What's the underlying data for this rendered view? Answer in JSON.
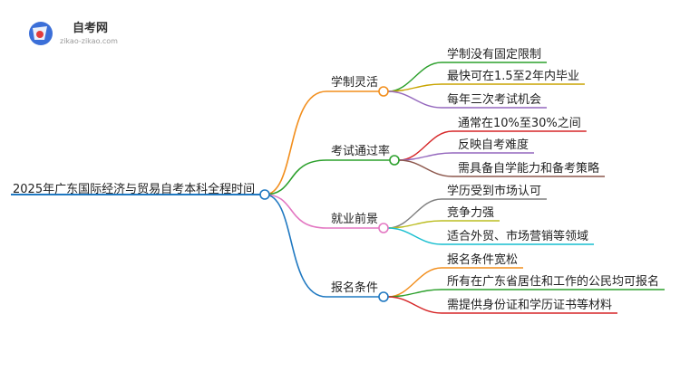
{
  "logo": {
    "name": "自考网",
    "domain": "zikao-zikao.com"
  },
  "root": {
    "label": "2025年广东国际经济与贸易自考本科全程时间",
    "color": "#1f78c1"
  },
  "branches": [
    {
      "label": "学制灵活",
      "color": "#f28e1c",
      "children": [
        {
          "label": "学制没有固定限制",
          "color": "#2ca02c"
        },
        {
          "label": "最快可在1.5至2年内毕业",
          "color": "#c8a400"
        },
        {
          "label": "每年三次考试机会",
          "color": "#9467bd"
        }
      ]
    },
    {
      "label": "考试通过率",
      "color": "#2ca02c",
      "children": [
        {
          "label": "通常在10%至30%之间",
          "color": "#d62728"
        },
        {
          "label": "反映自考难度",
          "color": "#9467bd"
        },
        {
          "label": "需具备自学能力和备考策略",
          "color": "#8c564b"
        }
      ]
    },
    {
      "label": "就业前景",
      "color": "#e377c2",
      "children": [
        {
          "label": "学历受到市场认可",
          "color": "#7f7f7f"
        },
        {
          "label": "竞争力强",
          "color": "#bcbd22"
        },
        {
          "label": "适合外贸、市场营销等领域",
          "color": "#17becf"
        }
      ]
    },
    {
      "label": "报名条件",
      "color": "#1f78c1",
      "children": [
        {
          "label": "报名条件宽松",
          "color": "#f28e1c"
        },
        {
          "label": "所有在广东省居住和工作的公民均可报名",
          "color": "#2ca02c"
        },
        {
          "label": "需提供身份证和学历证书等材料",
          "color": "#d62728"
        }
      ]
    }
  ]
}
